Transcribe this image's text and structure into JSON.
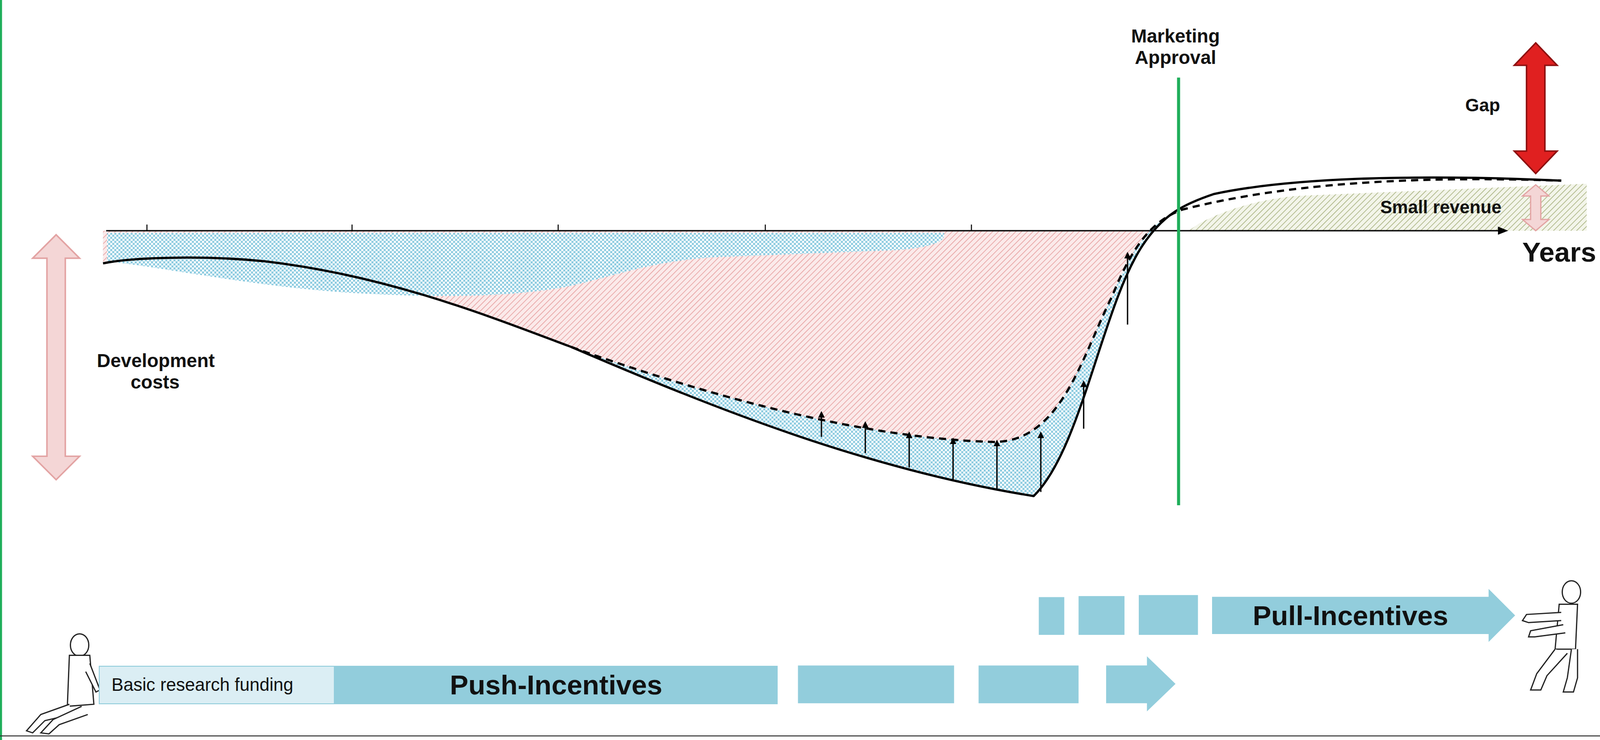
{
  "diagram": {
    "nodes": [
      {
        "text": [
          "Basic research funding"
        ]
      },
      {
        "text": [
          "Push-Incentives"
        ]
      },
      {
        "text": [
          "Pull-Incentives"
        ]
      }
    ],
    "labels": [
      "Marketing Approval",
      "Gap",
      "Small revenue",
      "Development costs",
      "Years"
    ]
  }
}
